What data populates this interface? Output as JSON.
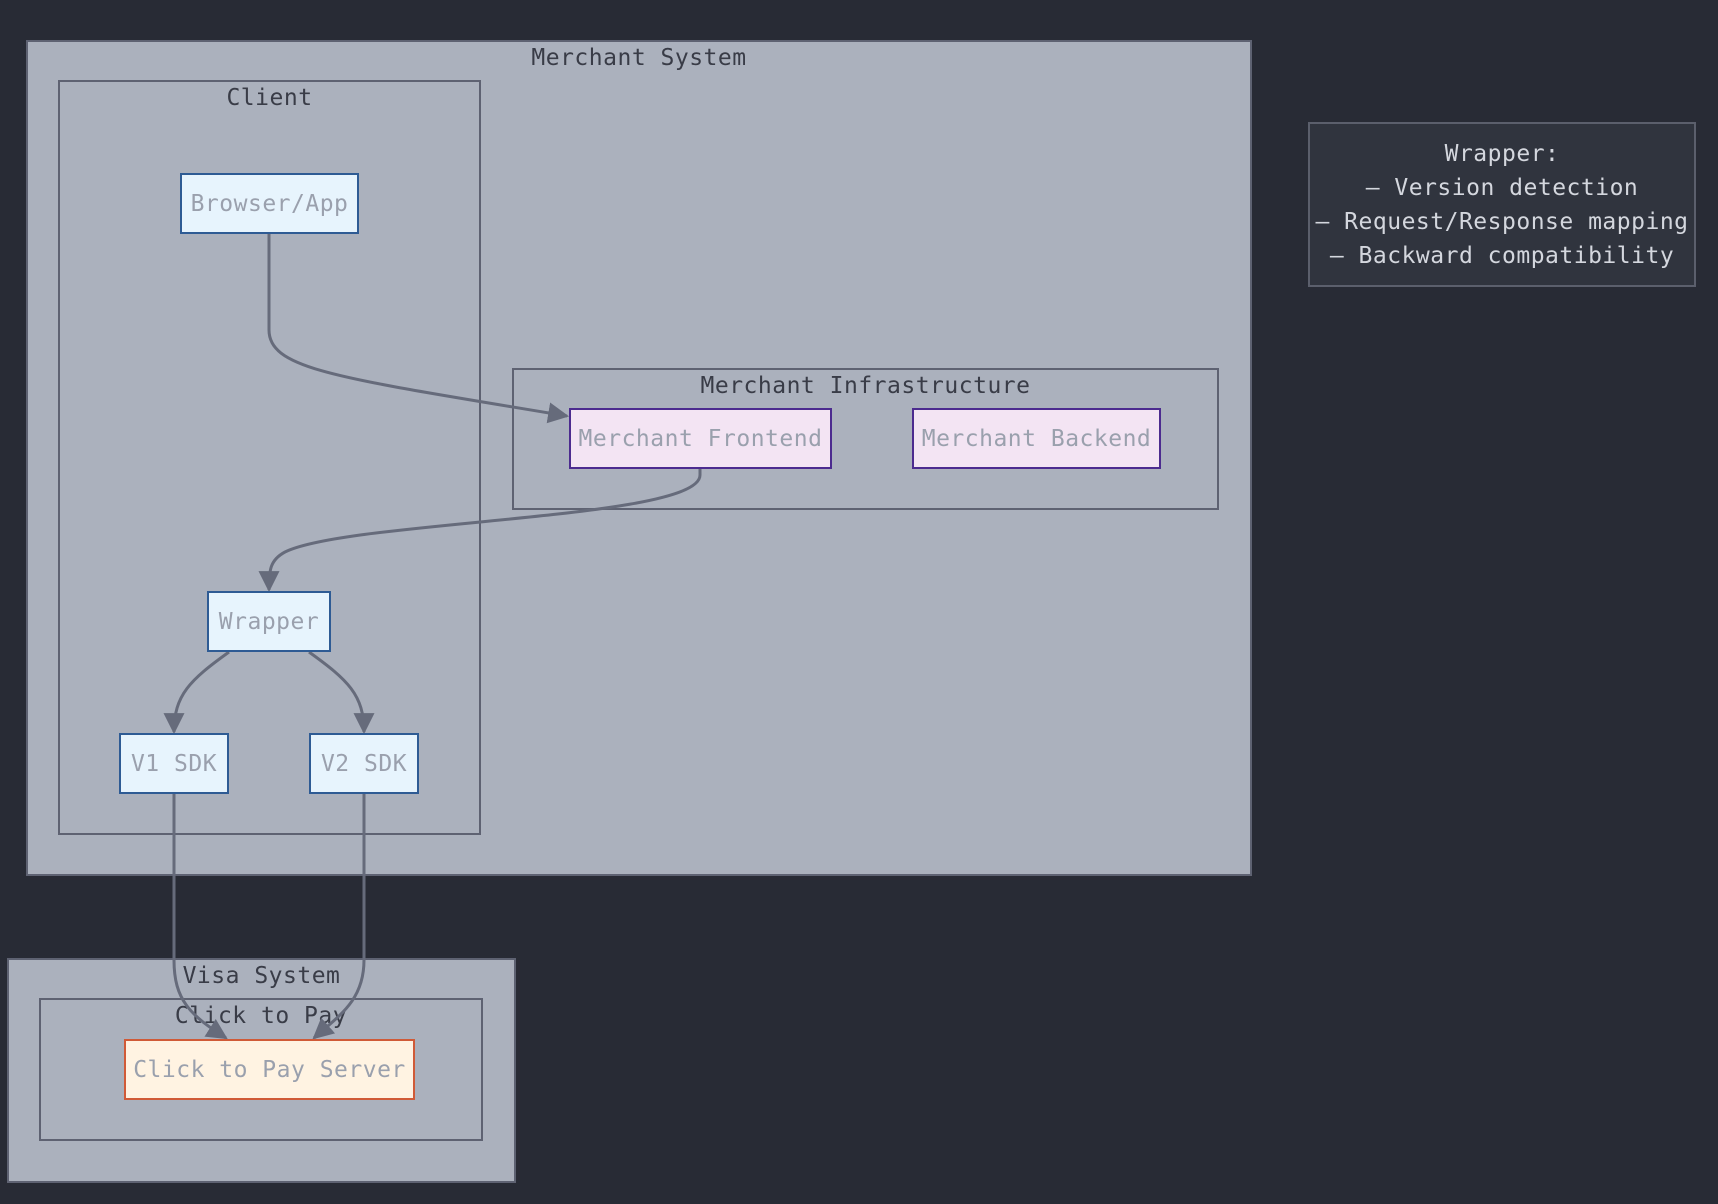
{
  "clusters": {
    "merchant_system": "Merchant System",
    "client": "Client",
    "merchant_infrastructure": "Merchant Infrastructure",
    "visa_system": "Visa System",
    "click_to_pay": "Click to Pay"
  },
  "nodes": {
    "browser_app": "Browser/App",
    "merchant_frontend": "Merchant Frontend",
    "merchant_backend": "Merchant Backend",
    "wrapper": "Wrapper",
    "v1_sdk": "V1 SDK",
    "v2_sdk": "V2 SDK",
    "click_to_pay_server": "Click to Pay Server"
  },
  "note": {
    "lines": [
      "Wrapper:",
      "– Version detection",
      "– Request/Response mapping",
      "– Backward compatibility"
    ]
  },
  "edges": [
    {
      "from": "browser_app",
      "to": "merchant_frontend"
    },
    {
      "from": "merchant_frontend",
      "to": "wrapper"
    },
    {
      "from": "wrapper",
      "to": "v1_sdk"
    },
    {
      "from": "wrapper",
      "to": "v2_sdk"
    },
    {
      "from": "v1_sdk",
      "to": "click_to_pay_server"
    },
    {
      "from": "v2_sdk",
      "to": "click_to_pay_server"
    }
  ],
  "colors": {
    "background": "#282b35",
    "cluster_fill": "#abb1bd",
    "cluster_border": "#5e6272",
    "edge": "#666b7b",
    "client_node_fill": "#e7f4fd",
    "merchant_node_fill": "#f3e4f3",
    "visa_node_fill": "#fff3e2"
  }
}
